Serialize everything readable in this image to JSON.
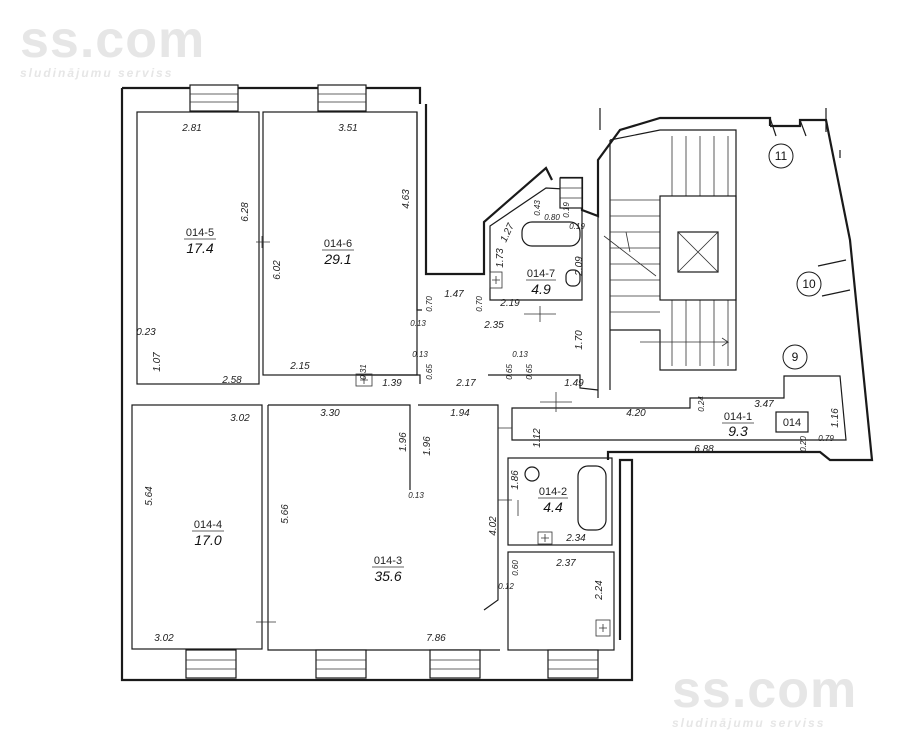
{
  "watermark": {
    "brand": "ss.com",
    "tagline": "sludinājumu serviss"
  },
  "apartment": {
    "label": "014"
  },
  "rooms": [
    {
      "id": "014-5",
      "area": "17.4"
    },
    {
      "id": "014-6",
      "area": "29.1"
    },
    {
      "id": "014-7",
      "area": "4.9"
    },
    {
      "id": "014-4",
      "area": "17.0"
    },
    {
      "id": "014-3",
      "area": "35.6"
    },
    {
      "id": "014-2",
      "area": "4.4"
    },
    {
      "id": "014-1",
      "area": "9.3"
    }
  ],
  "circles": [
    "11",
    "10",
    "9"
  ],
  "dimensions": [
    "2.81",
    "6.28",
    "0.23",
    "1.07",
    "2.58",
    "3.51",
    "4.63",
    "6.02",
    "2.15",
    "0.31",
    "1.39",
    "0.13",
    "0.65",
    "2.17",
    "0.65",
    "0.13",
    "0.65",
    "1.49",
    "1.70",
    "0.70",
    "1.47",
    "0.70",
    "2.19",
    "0.13",
    "2.35",
    "1.27",
    "0.43",
    "0.80",
    "0.19",
    "0.19",
    "1.73",
    "2.09",
    "3.02",
    "5.64",
    "3.02",
    "3.30",
    "1.96",
    "1.96",
    "1.94",
    "0.13",
    "5.66",
    "7.86",
    "1.12",
    "4.20",
    "0.24",
    "3.47",
    "1.16",
    "6.88",
    "0.20",
    "0.79",
    "1.86",
    "4.02",
    "2.34",
    "0.60",
    "2.37",
    "0.12",
    "2.24"
  ]
}
